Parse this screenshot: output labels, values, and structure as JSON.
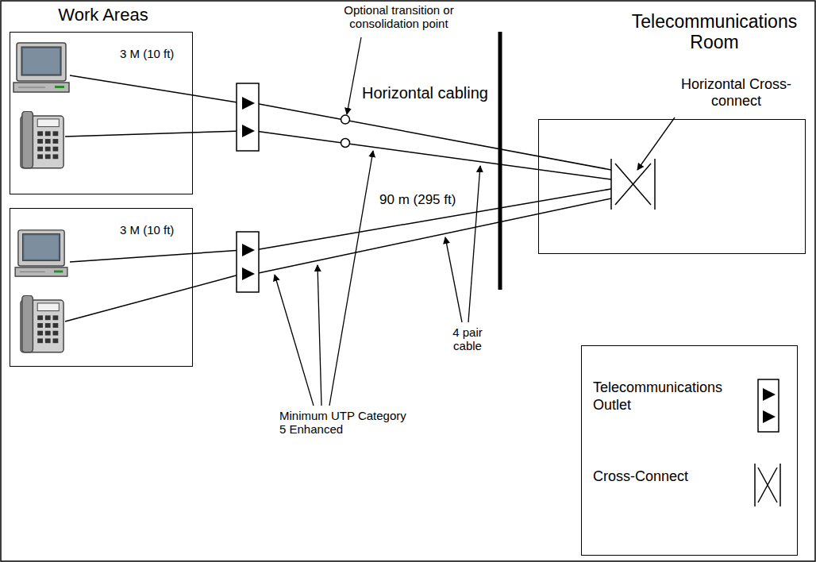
{
  "diagram": {
    "nodes": [
      {
        "text": [
          "3 M (10 ft)"
        ]
      },
      {
        "text": [
          "3 M (10 ft)"
        ]
      },
      {
        "text": [
          "Telecommunications Room"
        ]
      }
    ],
    "labels": [
      "Work Areas",
      "Optional transition or consolidation point",
      "Horizontal cabling",
      "90 m (295 ft)",
      "4 pair cable",
      "Minimum UTP Category 5 Enhanced",
      "Horizontal Cross-connect"
    ],
    "legend": [
      {
        "text": "Telecommunications Outlet"
      },
      {
        "text": "Cross-Connect"
      }
    ]
  }
}
